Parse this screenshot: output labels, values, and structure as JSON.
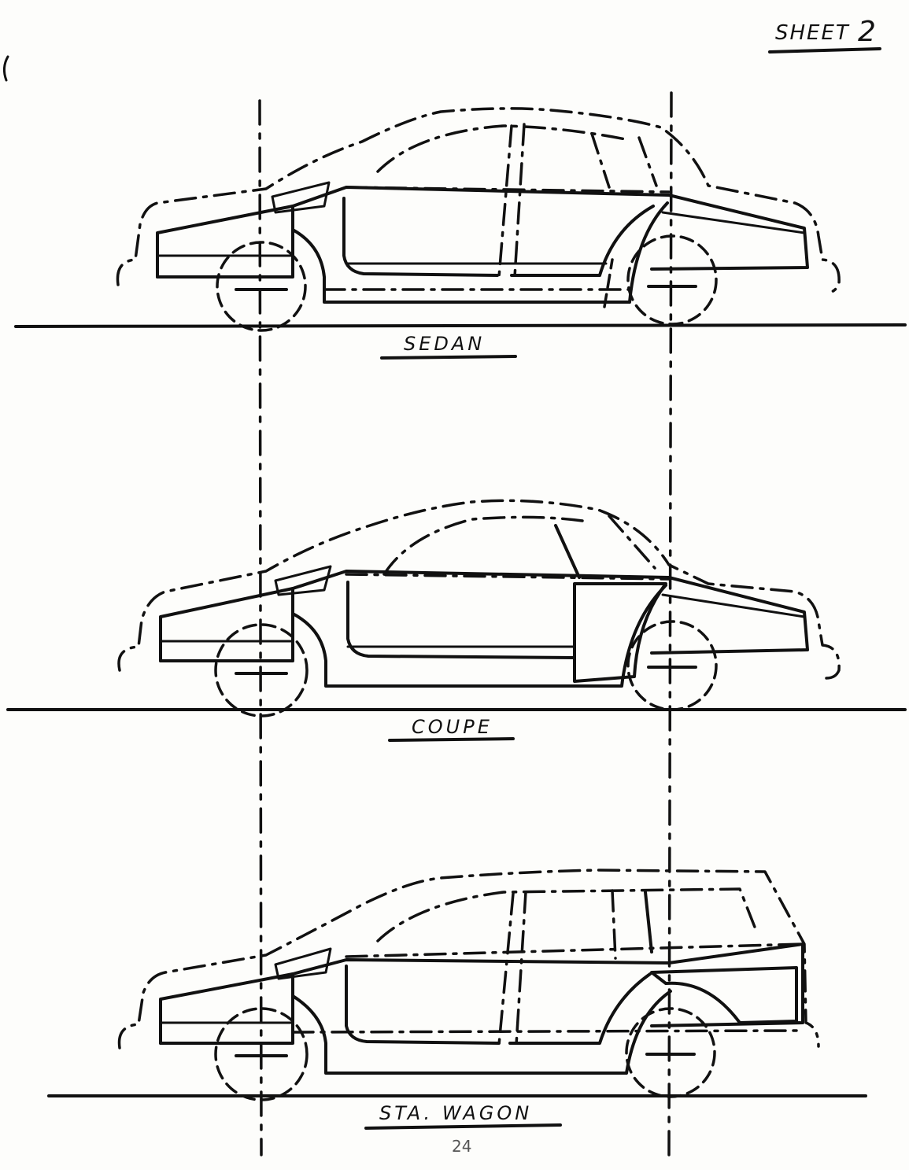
{
  "sheet": {
    "label": "SHEET",
    "number": "2"
  },
  "drawings": [
    {
      "id": "sedan",
      "label": "SEDAN"
    },
    {
      "id": "coupe",
      "label": "COUPE"
    },
    {
      "id": "wagon",
      "label": "STA. WAGON"
    }
  ],
  "page_number": "24",
  "colors": {
    "ink": "#111111",
    "paper": "#fdfdfb"
  }
}
